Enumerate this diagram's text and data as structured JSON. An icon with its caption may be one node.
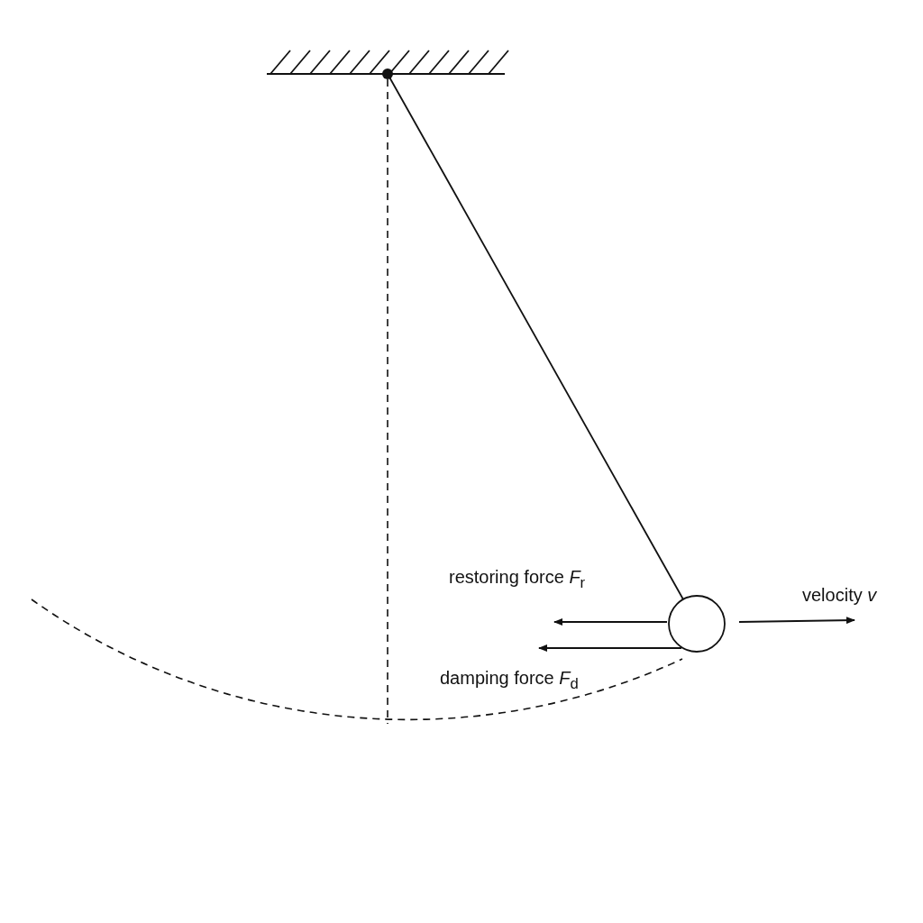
{
  "diagram": {
    "labels": [
      "restoring force *F*$_{r}$",
      "damping force *F*$_{d}$",
      "velocity *v*"
    ]
  }
}
